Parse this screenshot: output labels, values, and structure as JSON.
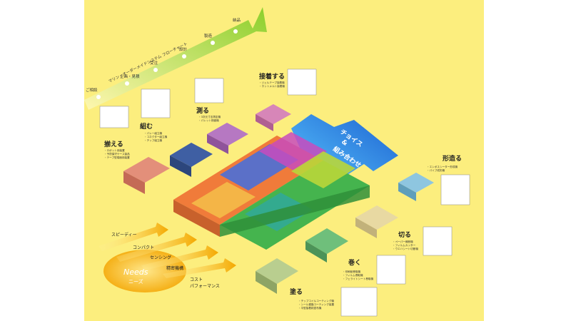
{
  "flowchart": {
    "title": "マリン・オーダーメイドシステム フローチャート",
    "steps": [
      "ご相談",
      "企画・見積",
      "受注",
      "設計",
      "製造",
      "納品"
    ]
  },
  "big_arrow": {
    "lines": [
      "チョイス",
      "&",
      "組み合わせ"
    ]
  },
  "processes": {
    "soroeru": {
      "label": "揃える",
      "items": [
        "・ロボット用装置",
        "・予防保守ケース製品",
        "・テープ型端面用装置"
      ]
    },
    "kumu": {
      "label": "組む",
      "items": [
        "・パレ一組立機",
        "・コネクター組立機",
        "・チップ組立機"
      ]
    },
    "hakaru": {
      "label": "測る",
      "items": [
        "・3次元寸法測定機",
        "・パレット検査機"
      ]
    },
    "secchaku": {
      "label": "接着する",
      "items": [
        "・ジェルテープ接着機",
        "・ホットメルト接着機"
      ]
    },
    "katachizukuru": {
      "label": "形造る",
      "items": [
        "・エンボスシーター形成機",
        "・パイプ成形機"
      ]
    },
    "kiru": {
      "label": "切る",
      "items": [
        "・ペーパー裁断機",
        "・フィルムカッター",
        "・ウエハシート切断機"
      ]
    },
    "maku": {
      "label": "巻く",
      "items": [
        "・印刷紙巻取機",
        "・フィルム巻取機",
        "・フェライトシート巻取機"
      ]
    },
    "nuru": {
      "label": "塗る",
      "items": [
        "・チップコイルコーティング機",
        "・シール樹脂コーティング装置",
        "・平型接着剤塗布機"
      ]
    }
  },
  "needs": {
    "title_en": "Needs",
    "title_jp": "ニーズ",
    "items": [
      "スピーディー",
      "コンパクト",
      "センシング",
      "精密機構",
      "コスト",
      "パフォーマンス"
    ]
  },
  "colors": {
    "background": "#fcee7e",
    "flow_arrow": "#9bd43a",
    "big_arrow": "#2a8fe0",
    "needs_circle": "#f6b400"
  }
}
